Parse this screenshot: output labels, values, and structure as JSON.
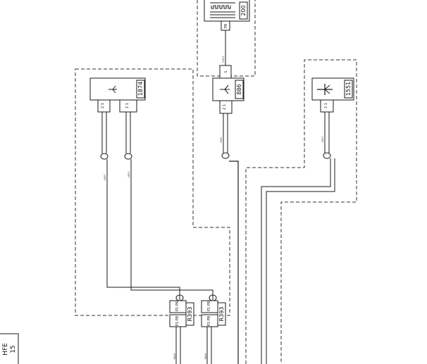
{
  "components": {
    "c200": {
      "id": "200",
      "pin": "P8"
    },
    "c886": {
      "id": "886",
      "pins": "2 1",
      "wire_in": "GN71",
      "wire_out": "7B44"
    },
    "c1874": {
      "id": "1874",
      "pins_left": "2 1",
      "pins_right": "2 1",
      "wire_left": "4B0P",
      "wire_right": "4B0Y"
    },
    "c1551": {
      "id": "1551",
      "pins": "2 1",
      "wire": "4B47"
    },
    "r393a": {
      "id": "R393",
      "pins_top": "P1 P8",
      "pins_bottom": "P1 P8",
      "wire": "9B20"
    },
    "r393b": {
      "id": "R393",
      "pins_top": "P1 P8",
      "pins_bottom": "P1 P8",
      "wire": "9B04"
    }
  },
  "corner_label": {
    "line1": "HFE",
    "line2": "15"
  }
}
